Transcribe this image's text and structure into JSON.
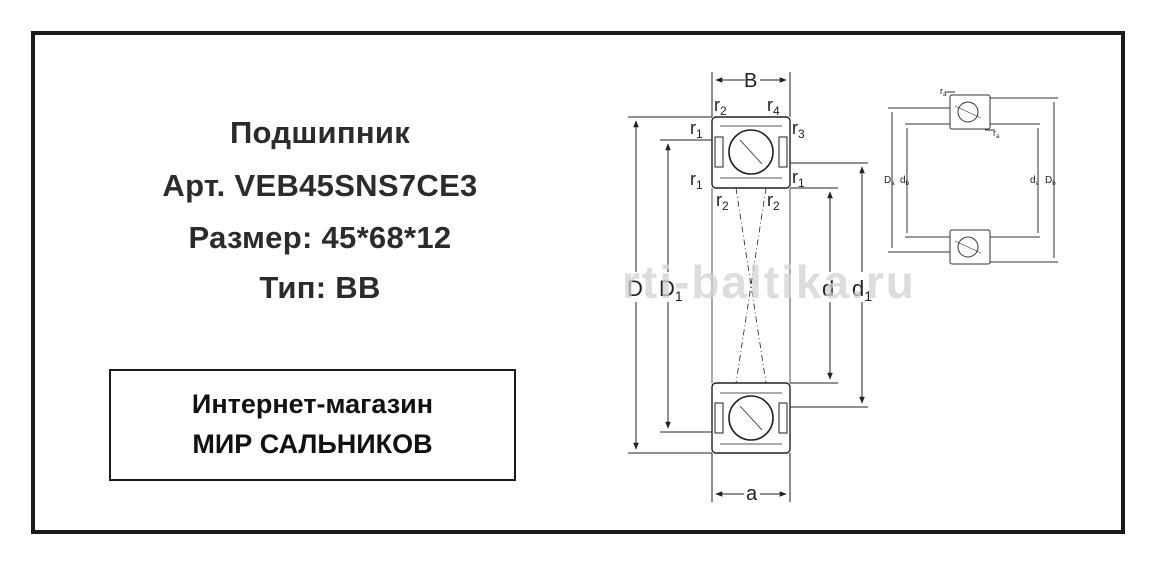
{
  "product": {
    "title": "Подшипник",
    "article": "Арт.  VEB45SNS7CE3",
    "size": "Размер:  45*68*12",
    "type": "Тип:  BB"
  },
  "shop": {
    "line1": "Интернет-магазин",
    "line2": "МИР САЛЬНИКОВ"
  },
  "watermark": "rti-baltika.ru",
  "dimensions": {
    "B": "B",
    "a": "a",
    "D": "D",
    "D1": "D",
    "D1_sub": "1",
    "d": "d",
    "d1": "d",
    "d1_sub": "1",
    "r": "r",
    "sub1": "1",
    "sub2": "2",
    "sub3": "3",
    "sub4": "4",
    "ra": "r",
    "ra_sub": "a",
    "Da": "D",
    "Da_sub": "a",
    "db": "d",
    "db_sub": "b",
    "da": "d",
    "da_sub": "a",
    "Db": "D",
    "Db_sub": "b"
  }
}
